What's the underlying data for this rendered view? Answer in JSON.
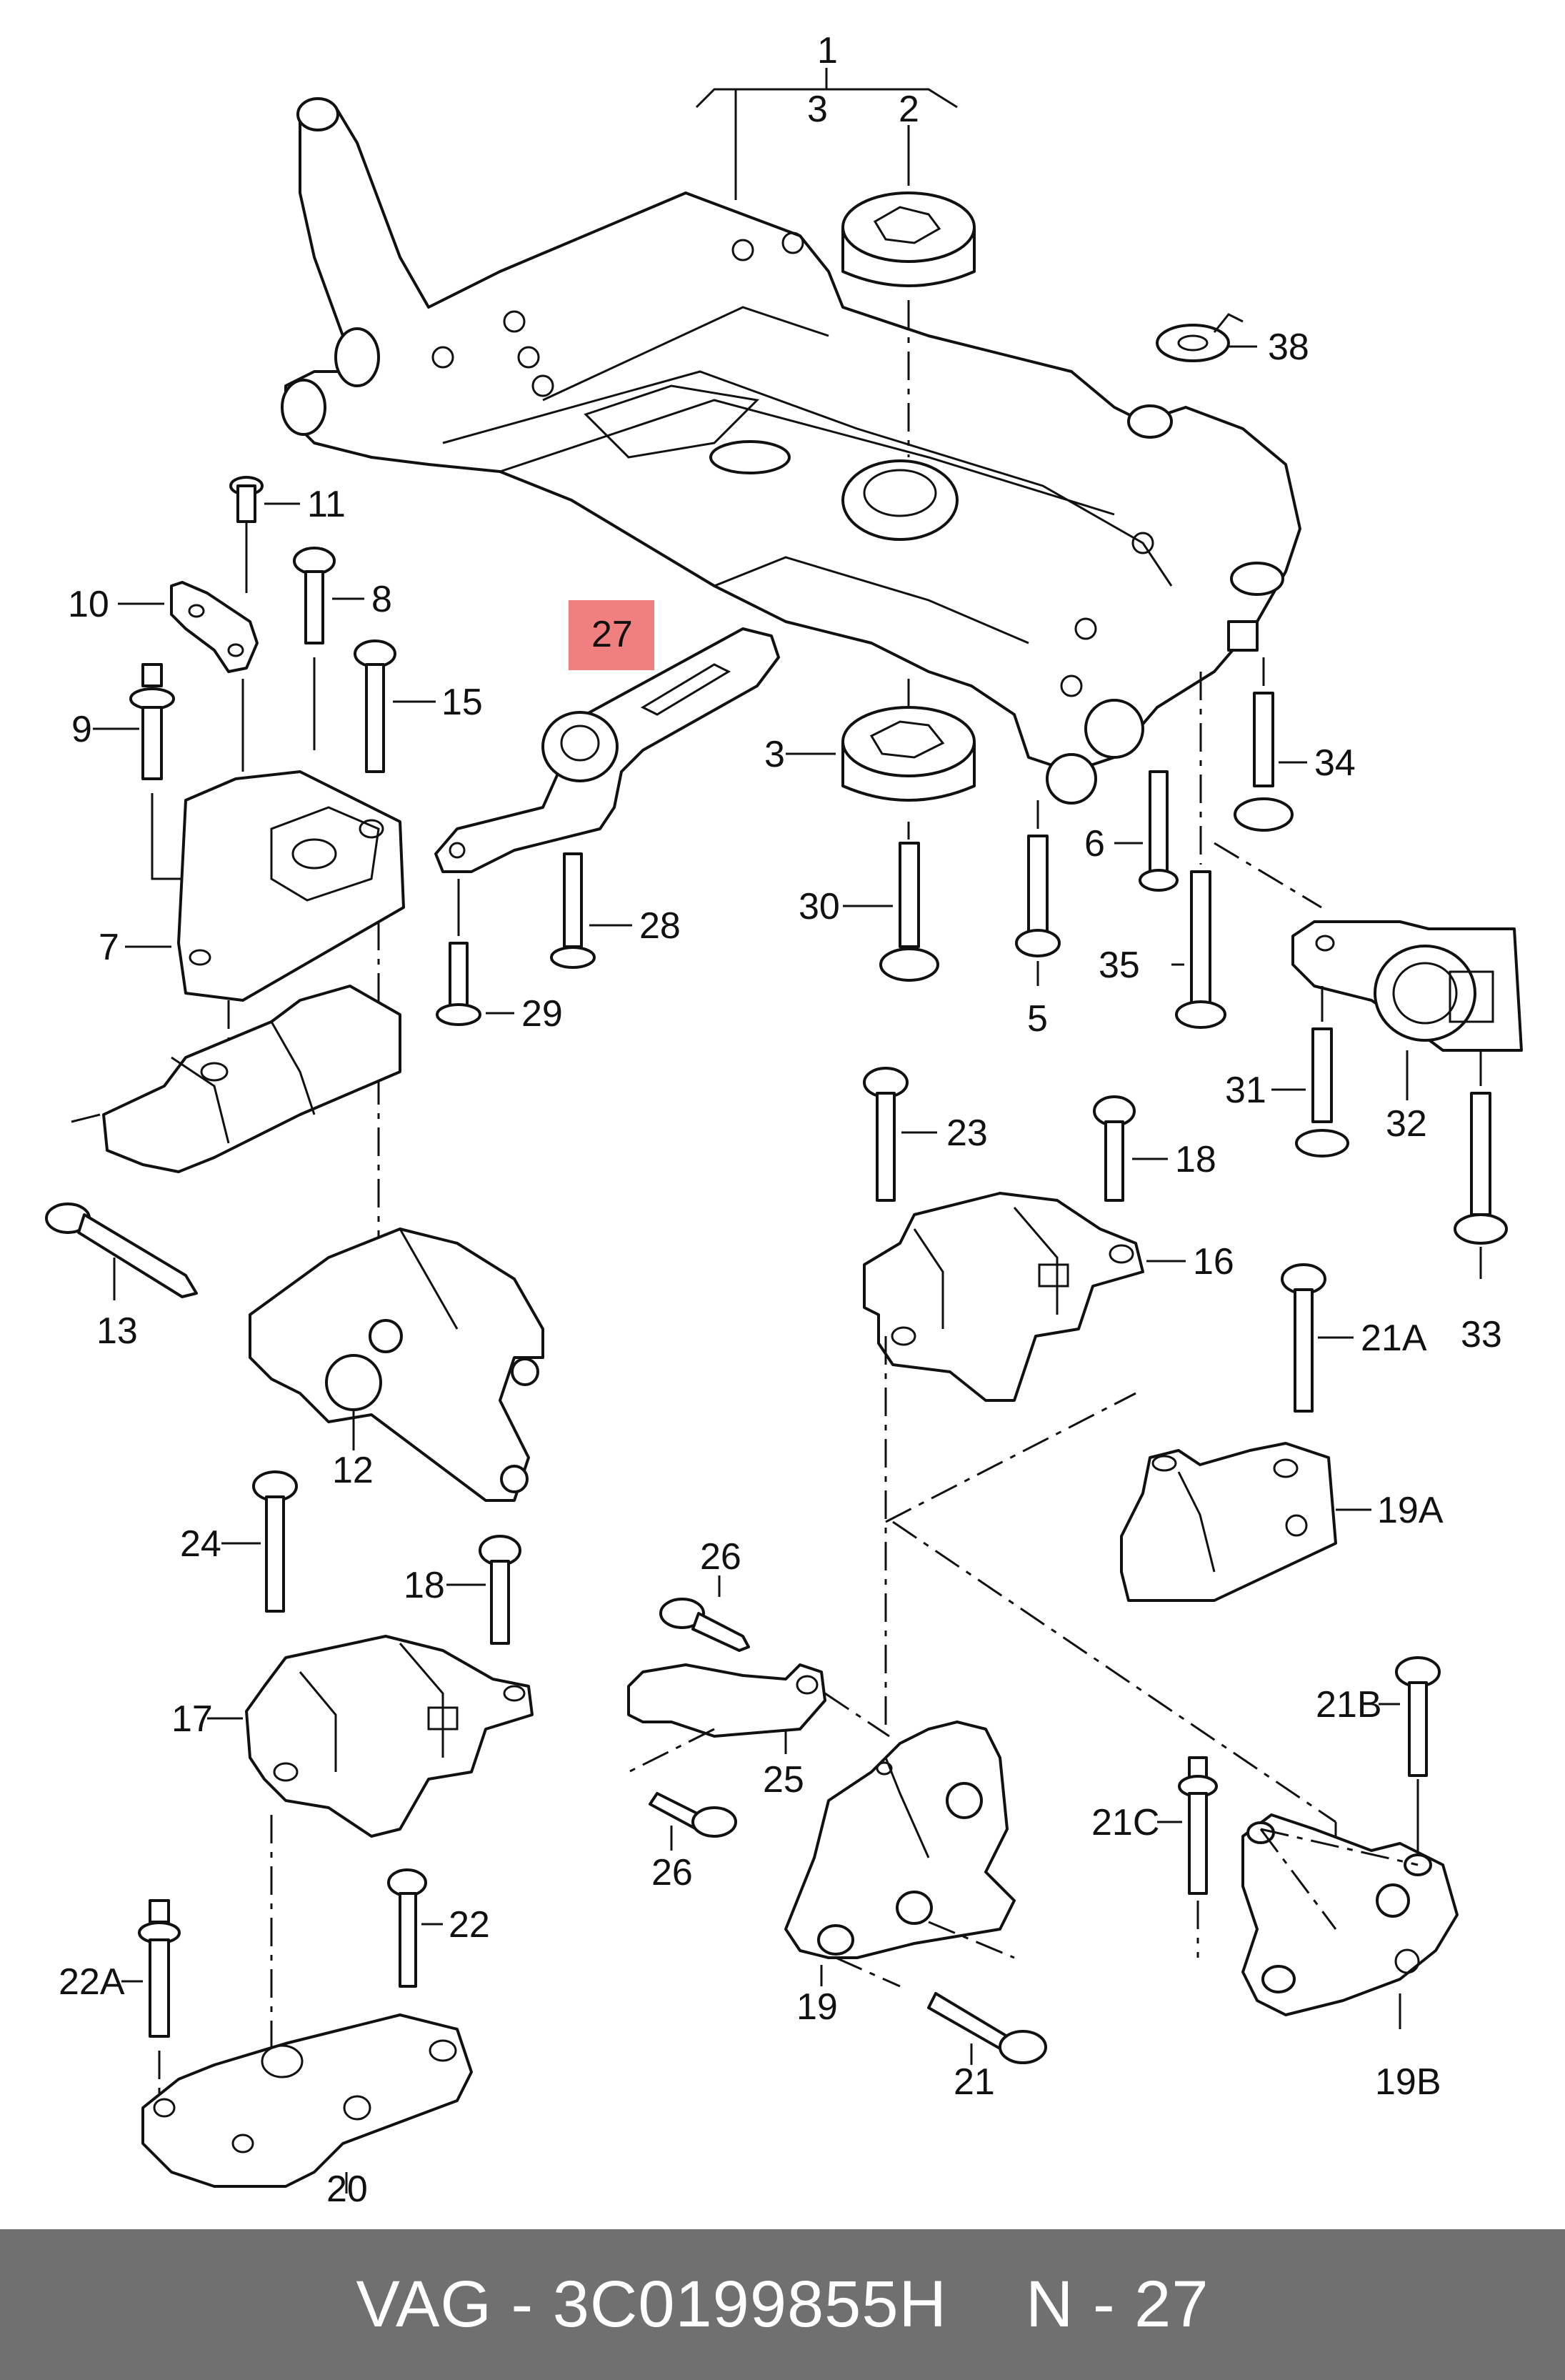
{
  "callouts": {
    "c1": "1",
    "c2": "2",
    "c3top": "3",
    "c3": "3",
    "c5": "5",
    "c6": "6",
    "c7": "7",
    "c8": "8",
    "c9": "9",
    "c10": "10",
    "c11": "11",
    "c12": "12",
    "c13": "13",
    "c15": "15",
    "c16": "16",
    "c17": "17",
    "c18a": "18",
    "c18b": "18",
    "c19": "19",
    "c19a": "19A",
    "c19b": "19B",
    "c20": "20",
    "c21": "21",
    "c21a": "21A",
    "c21b": "21B",
    "c21c": "21C",
    "c22": "22",
    "c22a": "22A",
    "c23": "23",
    "c24": "24",
    "c25": "25",
    "c26a": "26",
    "c26b": "26",
    "c27": "27",
    "c28": "28",
    "c29": "29",
    "c30": "30",
    "c31": "31",
    "c32": "32",
    "c33": "33",
    "c34": "34",
    "c35": "35",
    "c38": "38"
  },
  "highlight": {
    "part": "27",
    "color": "#f08080"
  },
  "footer": {
    "brand": "VAG - 3C0199855H",
    "ref": "N - 27",
    "background": "#707070"
  }
}
